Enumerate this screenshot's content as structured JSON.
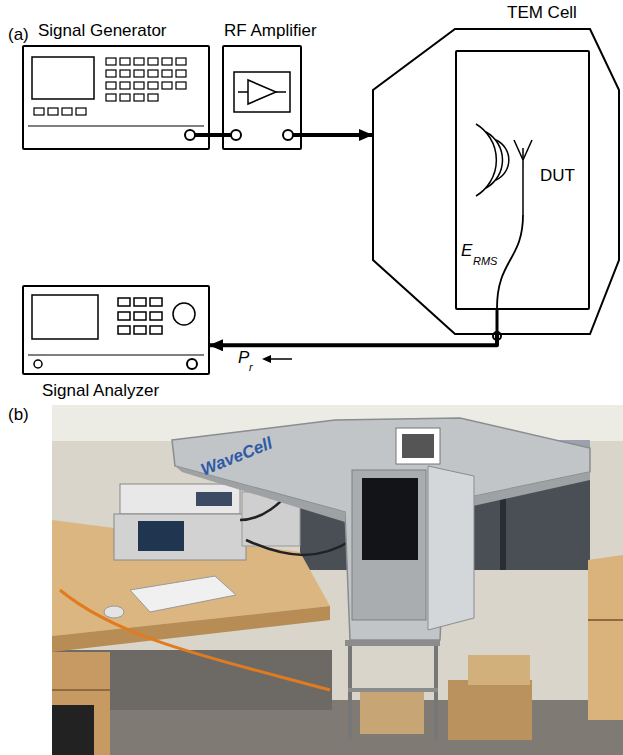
{
  "diagram": {
    "nodes": [
      {
        "text": [
          "Signal Generator"
        ]
      },
      {
        "text": [
          "RF Amplifier"
        ]
      },
      {
        "text": [
          "TEM Cell"
        ]
      },
      {
        "text": [
          "DUT"
        ],
        "in": 2
      },
      {
        "text": [
          "Signal Analyzer"
        ]
      }
    ],
    "edges": [
      {
        "from": 0,
        "to": 1,
        "arrow": "none"
      },
      {
        "from": 1,
        "to": 2,
        "arrow": "to"
      },
      {
        "from": 2,
        "to": 4,
        "arrow": "to"
      }
    ],
    "labels": [
      "(a)",
      "E",
      "RMS",
      "P",
      "r",
      "(b)",
      "WaveCell"
    ]
  }
}
